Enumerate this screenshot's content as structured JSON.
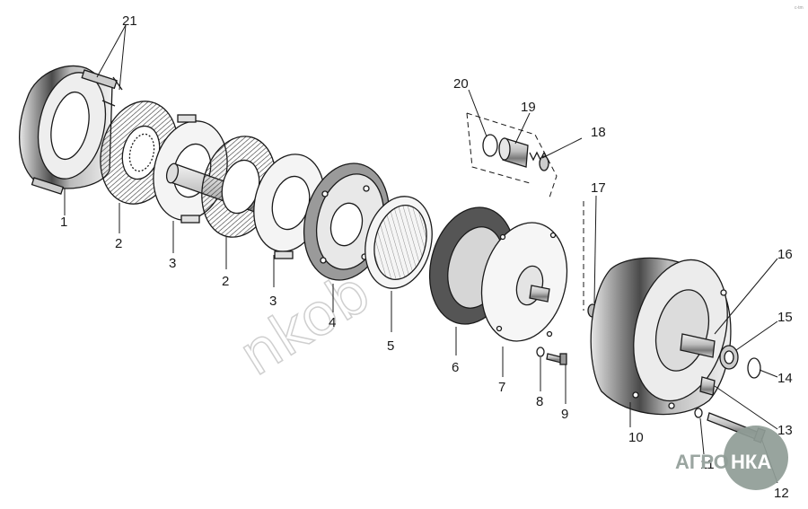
{
  "watermark": "nkob",
  "corner_mark": "c-tm",
  "logo": {
    "left": "АГРО",
    "right": "НКА",
    "color": "#8f9c96"
  },
  "parts": [
    {
      "id": "p1",
      "label": "1"
    },
    {
      "id": "p2a",
      "label": "2"
    },
    {
      "id": "p3a",
      "label": "3"
    },
    {
      "id": "p2b",
      "label": "2"
    },
    {
      "id": "p3b",
      "label": "3"
    },
    {
      "id": "p4",
      "label": "4"
    },
    {
      "id": "p5",
      "label": "5"
    },
    {
      "id": "p6",
      "label": "6"
    },
    {
      "id": "p7",
      "label": "7"
    },
    {
      "id": "p8",
      "label": "8"
    },
    {
      "id": "p9",
      "label": "9"
    },
    {
      "id": "p10",
      "label": "10"
    },
    {
      "id": "p11",
      "label": "11"
    },
    {
      "id": "p12",
      "label": "12"
    },
    {
      "id": "p13",
      "label": "13"
    },
    {
      "id": "p14",
      "label": "14"
    },
    {
      "id": "p15",
      "label": "15"
    },
    {
      "id": "p16",
      "label": "16"
    },
    {
      "id": "p17",
      "label": "17"
    },
    {
      "id": "p18",
      "label": "18"
    },
    {
      "id": "p19",
      "label": "19"
    },
    {
      "id": "p20",
      "label": "20"
    },
    {
      "id": "p21",
      "label": "21"
    }
  ]
}
